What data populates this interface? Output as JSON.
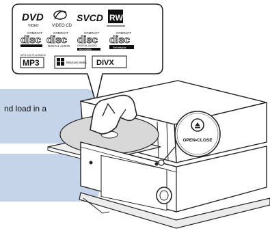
{
  "callout_top_text": "nd load in a",
  "logos": {
    "dvd": "DVD",
    "dvd_sub": "VIDEO",
    "vcd_sub": "VIDEO CD",
    "svcd": "SVCD",
    "rw": "RW",
    "disc_1_top": "COMPACT",
    "disc_1_main": "disc",
    "disc_2_top": "COMPACT",
    "disc_2_main": "disc",
    "disc_2_sub": "DIGITAL AUDIO",
    "disc_3_top": "COMPACT",
    "disc_3_main": "disc",
    "disc_3_sub": "DIGITAL AUDIO",
    "disc_3_sub2": "Recordable",
    "disc_4_top": "COMPACT",
    "disc_4_main": "disc",
    "disc_4_sub": "ReWritable",
    "mp3_top": "MP3-CD PLAYBACK",
    "mp3": "MP3",
    "windows_media": "Windows Media",
    "divx": "DIVX"
  },
  "button_label": "OPEN•CLOSE",
  "colors": {
    "callout": "#c6d4ea",
    "outline": "#222222",
    "device_fill": "#ffffff",
    "shade": "#d8d8d8"
  }
}
